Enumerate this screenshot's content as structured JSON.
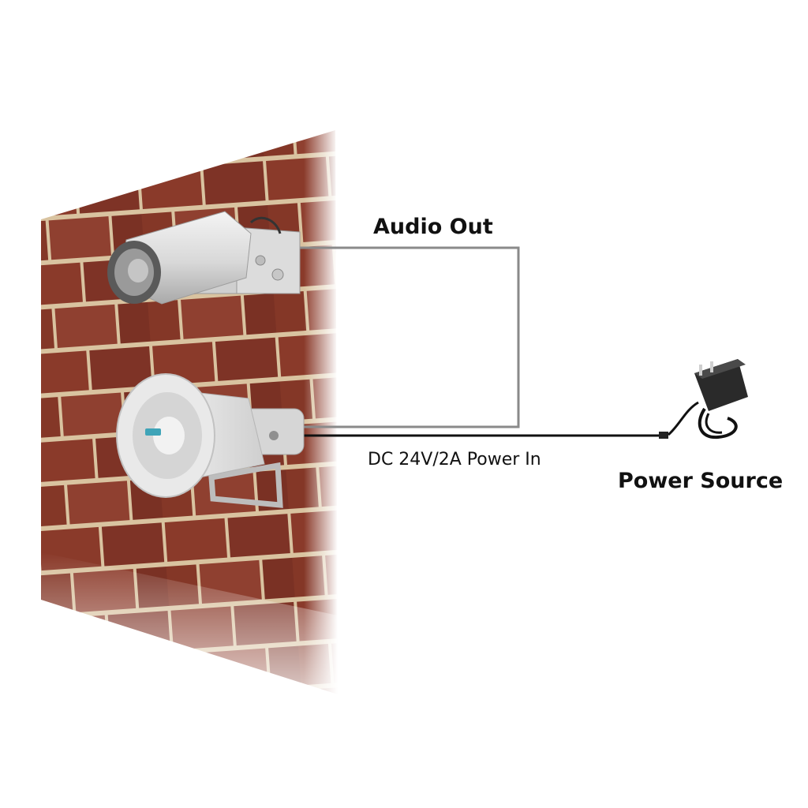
{
  "labels": {
    "audio_out": "Audio Out",
    "power_in": "DC 24V/2A Power In",
    "power_source": "Power Source"
  },
  "colors": {
    "background": "#ffffff",
    "brick": "#8a3a2a",
    "mortar": "#d9c3a0",
    "audio_wire": "#8a8a8a",
    "power_wire": "#111111",
    "device_body": "#e6e6e6",
    "adapter": "#2a2a2a"
  },
  "icons": {
    "camera": "ip-camera-icon",
    "horn": "horn-speaker-icon",
    "adapter": "power-adapter-icon"
  }
}
